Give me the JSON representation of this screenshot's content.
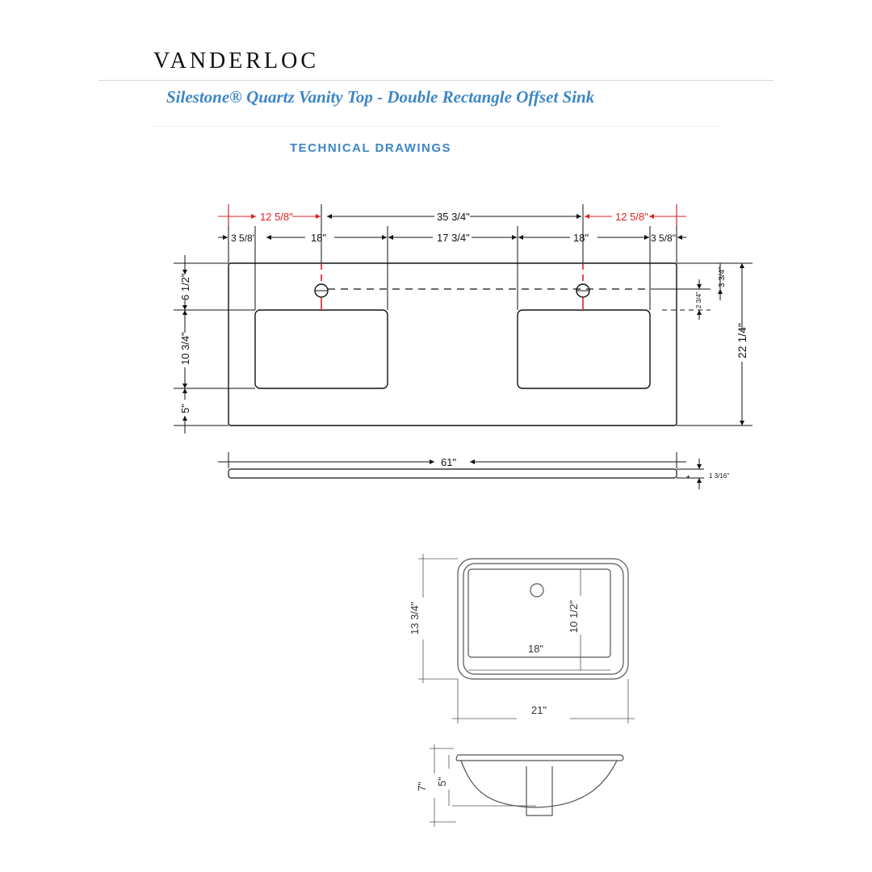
{
  "header": {
    "brand": "VANDERLOC",
    "title": "Silestone® Quartz Vanity Top - Double Rectangle Offset Sink",
    "section": "TECHNICAL DRAWINGS"
  },
  "top_view": {
    "dims": {
      "left_center": "12 5/8\"",
      "center_spacing": "35 3/4\"",
      "right_center": "12 5/8\"",
      "left_edge": "3 5/8\"",
      "left_sink_width": "18\"",
      "middle_gap": "17 3/4\"",
      "right_sink_width": "18\"",
      "right_edge": "3 5/8\"",
      "back_to_sink": "6 1/2\"",
      "sink_depth": "10 3/4\"",
      "front": "5\"",
      "faucet_back": "3 3/4\"",
      "faucet_to_sink": "2 3/4\"",
      "overall_depth": "22 1/4\""
    }
  },
  "edge_view": {
    "width": "61\"",
    "thickness": "1 3/16\"",
    "marker": "*"
  },
  "sink_plan": {
    "outer_depth": "13 3/4\"",
    "inner_depth": "10 1/2\"",
    "inner_width": "18\"",
    "outer_width": "21\""
  },
  "sink_section": {
    "overall_height": "7\"",
    "bowl_depth": "5\""
  },
  "colors": {
    "accent": "#3d86c6",
    "dimension_red": "#e02020",
    "line": "#111111"
  }
}
